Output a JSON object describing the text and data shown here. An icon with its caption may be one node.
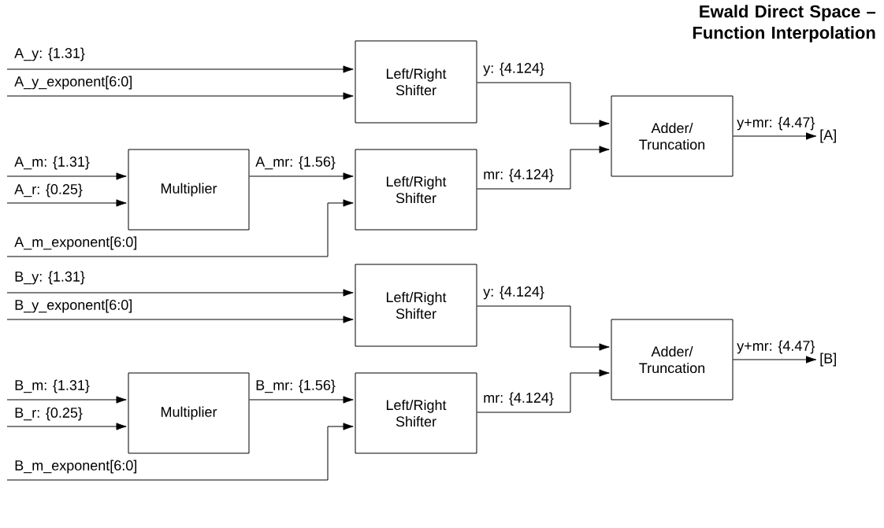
{
  "diagram": {
    "title": "Ewald Direct Space – Function Interpolation",
    "nodes": [
      {
        "text": [
          "Left/Right Shifter"
        ]
      },
      {
        "text": [
          "Multiplier"
        ]
      },
      {
        "text": [
          "Left/Right Shifter"
        ]
      },
      {
        "text": [
          "Adder/ Truncation"
        ]
      },
      {
        "text": [
          "[A]"
        ]
      },
      {
        "text": [
          "Left/Right Shifter"
        ]
      },
      {
        "text": [
          "Multiplier"
        ]
      },
      {
        "text": [
          "Left/Right Shifter"
        ]
      },
      {
        "text": [
          "Adder/ Truncation"
        ]
      },
      {
        "text": [
          "[B]"
        ]
      }
    ],
    "edges": [
      {
        "from": null,
        "to": 0,
        "arrow": "to",
        "label": "A_y: {1.31}"
      },
      {
        "from": null,
        "to": 0,
        "arrow": "to",
        "label": "A_y_exponent[6:0]"
      },
      {
        "from": null,
        "to": 1,
        "arrow": "to",
        "label": "A_m: {1.31}"
      },
      {
        "from": null,
        "to": 1,
        "arrow": "to",
        "label": "A_r: {0.25}"
      },
      {
        "from": 1,
        "to": 2,
        "arrow": "to",
        "label": "A_mr: {1.56}"
      },
      {
        "from": null,
        "to": 2,
        "arrow": "to",
        "label": "A_m_exponent[6:0]"
      },
      {
        "from": 0,
        "to": 3,
        "arrow": "to",
        "label": "y: {4.124}"
      },
      {
        "from": 2,
        "to": 3,
        "arrow": "to",
        "label": "mr: {4.124}"
      },
      {
        "from": 3,
        "to": 4,
        "arrow": "to",
        "label": "y+mr: {4.47}"
      },
      {
        "from": null,
        "to": 5,
        "arrow": "to",
        "label": "B_y: {1.31}"
      },
      {
        "from": null,
        "to": 5,
        "arrow": "to",
        "label": "B_y_exponent[6:0]"
      },
      {
        "from": null,
        "to": 6,
        "arrow": "to",
        "label": "B_m: {1.31}"
      },
      {
        "from": null,
        "to": 6,
        "arrow": "to",
        "label": "B_r: {0.25}"
      },
      {
        "from": 6,
        "to": 7,
        "arrow": "to",
        "label": "B_mr: {1.56}"
      },
      {
        "from": null,
        "to": 7,
        "arrow": "to",
        "label": "B_m_exponent[6:0]"
      },
      {
        "from": 5,
        "to": 8,
        "arrow": "to",
        "label": "y: {4.124}"
      },
      {
        "from": 7,
        "to": 8,
        "arrow": "to",
        "label": "mr: {4.124}"
      },
      {
        "from": 8,
        "to": 9,
        "arrow": "to",
        "label": "y+mr: {4.47}"
      }
    ]
  }
}
